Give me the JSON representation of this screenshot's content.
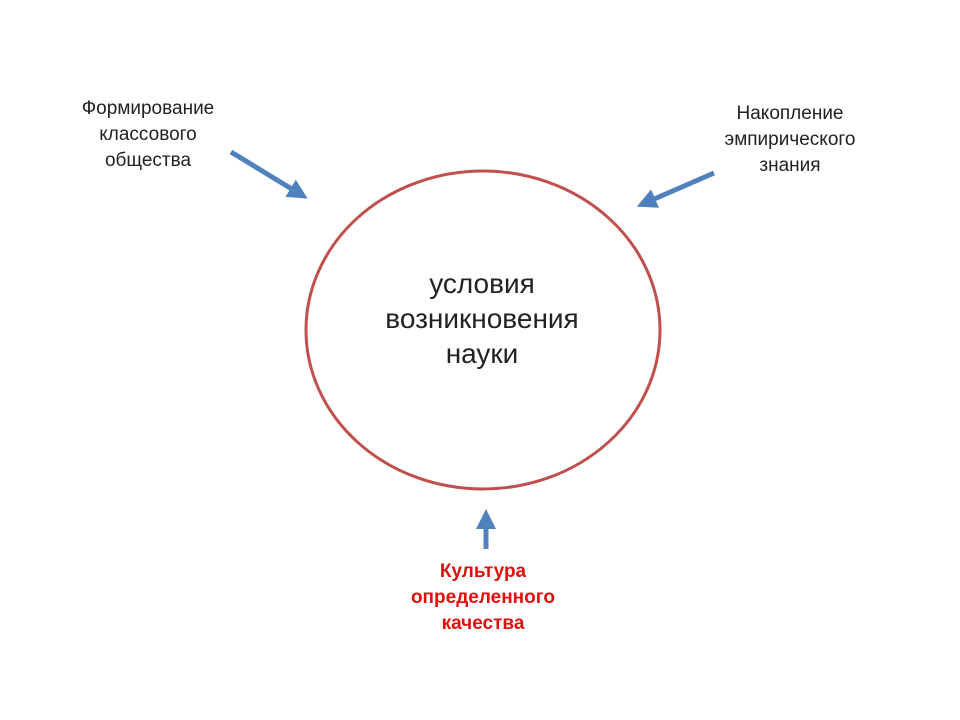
{
  "colors": {
    "circle_stroke": "#c0504d",
    "arrow": "#4f81bd",
    "bottom_text": "#e0100f",
    "text": "#222222"
  },
  "center": {
    "lines": [
      "условия",
      "возникновения",
      "науки"
    ]
  },
  "factors": {
    "left": {
      "lines": [
        "Формирование",
        "классового",
        "общества"
      ]
    },
    "right": {
      "lines": [
        "Накопление",
        "эмпирического",
        "знания"
      ]
    },
    "bottom": {
      "lines": [
        "Культура",
        "определенного",
        "качества"
      ]
    }
  }
}
